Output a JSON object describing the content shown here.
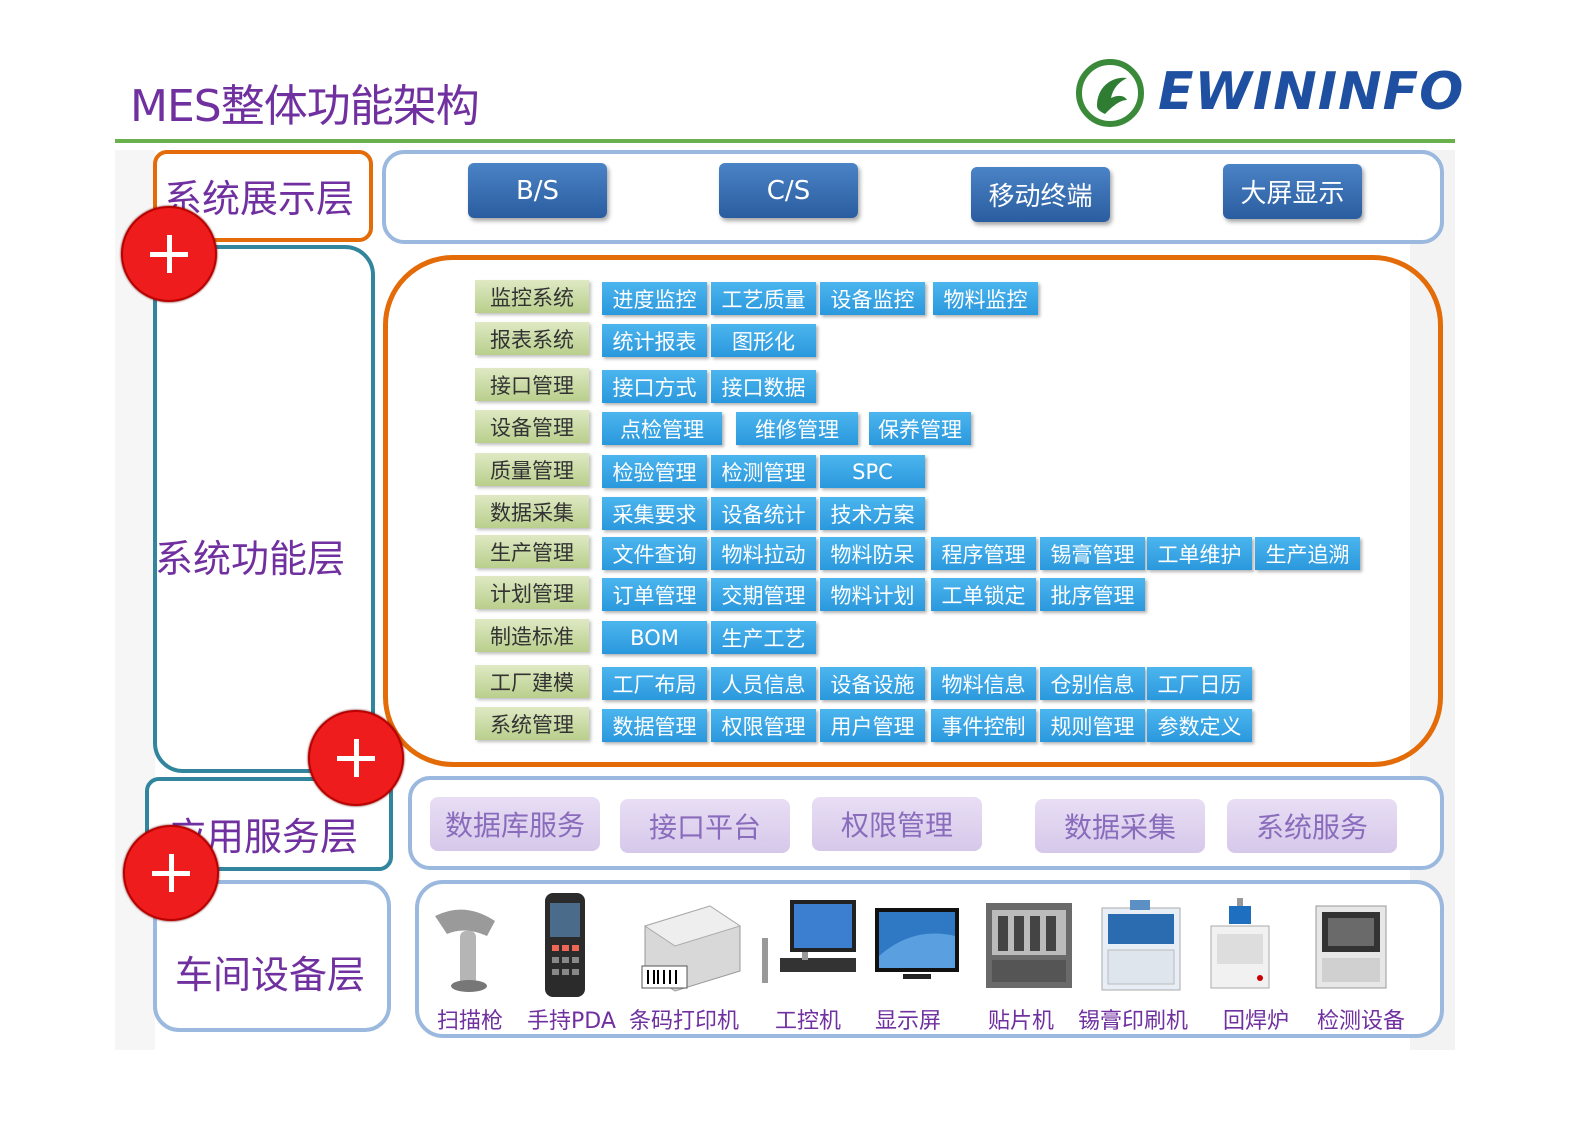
{
  "title": "MES整体功能架构",
  "logo": {
    "text": "EWININFO",
    "icon": "ewininfo-swirl-logo",
    "color": "#1e4fa0"
  },
  "layers": {
    "display": "系统展示层",
    "function": "系统功能层",
    "service": "应用服务层",
    "device": "车间设备层"
  },
  "display_items": [
    "B/S",
    "C/S",
    "移动终端",
    "大屏显示"
  ],
  "function_rows": [
    {
      "category": "监控系统",
      "items": [
        "进度监控",
        "工艺质量",
        "设备监控",
        "物料监控"
      ]
    },
    {
      "category": "报表系统",
      "items": [
        "统计报表",
        "图形化"
      ]
    },
    {
      "category": "接口管理",
      "items": [
        "接口方式",
        "接口数据"
      ]
    },
    {
      "category": "设备管理",
      "items": [
        "点检管理",
        "维修管理",
        "保养管理"
      ]
    },
    {
      "category": "质量管理",
      "items": [
        "检验管理",
        "检测管理",
        "SPC"
      ]
    },
    {
      "category": "数据采集",
      "items": [
        "采集要求",
        "设备统计",
        "技术方案"
      ]
    },
    {
      "category": "生产管理",
      "items": [
        "文件查询",
        "物料拉动",
        "物料防呆",
        "程序管理",
        "锡膏管理",
        "工单维护",
        "生产追溯"
      ]
    },
    {
      "category": "计划管理",
      "items": [
        "订单管理",
        "交期管理",
        "物料计划",
        "工单锁定",
        "批序管理"
      ]
    },
    {
      "category": "制造标准",
      "items": [
        "BOM",
        "生产工艺"
      ]
    },
    {
      "category": "工厂建模",
      "items": [
        "工厂布局",
        "人员信息",
        "设备设施",
        "物料信息",
        "仓别信息",
        "工厂日历"
      ]
    },
    {
      "category": "系统管理",
      "items": [
        "数据管理",
        "权限管理",
        "用户管理",
        "事件控制",
        "规则管理",
        "参数定义"
      ]
    }
  ],
  "service_items": [
    "数据库服务",
    "接口平台",
    "权限管理",
    "数据采集",
    "系统服务"
  ],
  "devices": [
    {
      "label": "扫描枪",
      "icon": "barcode-scanner-icon"
    },
    {
      "label": "手持PDA",
      "icon": "handheld-pda-icon"
    },
    {
      "label": "条码打印机",
      "icon": "label-printer-icon"
    },
    {
      "label": "工控机",
      "icon": "industrial-pc-icon"
    },
    {
      "label": "显示屏",
      "icon": "monitor-icon"
    },
    {
      "label": "贴片机",
      "icon": "pick-and-place-machine-icon"
    },
    {
      "label": "锡膏印刷机",
      "icon": "solder-paste-printer-icon"
    },
    {
      "label": "回焊炉",
      "icon": "reflow-oven-icon"
    },
    {
      "label": "检测设备",
      "icon": "inspection-equipment-icon"
    }
  ],
  "colors": {
    "title": "#7030a0",
    "accent_green": "#6ab04c",
    "orange": "#e36c09",
    "teal": "#31859c",
    "panel_blue": "#9bb8de",
    "plus_red": "#ee1c1c"
  }
}
